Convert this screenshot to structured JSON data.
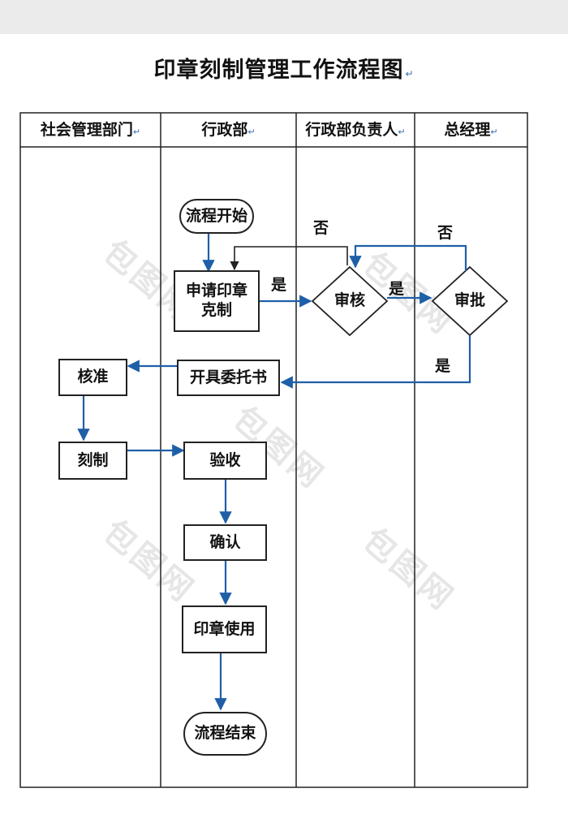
{
  "title": "印章刻制管理工作流程图",
  "lanes": [
    "社会管理部门",
    "行政部",
    "行政部负责人",
    "总经理"
  ],
  "nodes": {
    "start": "流程开始",
    "apply_line1": "申请印章",
    "apply_line2": "克制",
    "review": "审核",
    "approve": "审批",
    "letter": "开具委托书",
    "verify": "核准",
    "engrave": "刻制",
    "accept": "验收",
    "confirm": "确认",
    "use": "印章使用",
    "end": "流程结束"
  },
  "edge_labels": {
    "yes_review": "是",
    "yes_approve": "是",
    "yes_letter": "是",
    "no_review": "否",
    "no_approve": "否"
  },
  "watermark": "包图网",
  "colors": {
    "arrow": "#1f5fa8",
    "line": "#222222"
  }
}
